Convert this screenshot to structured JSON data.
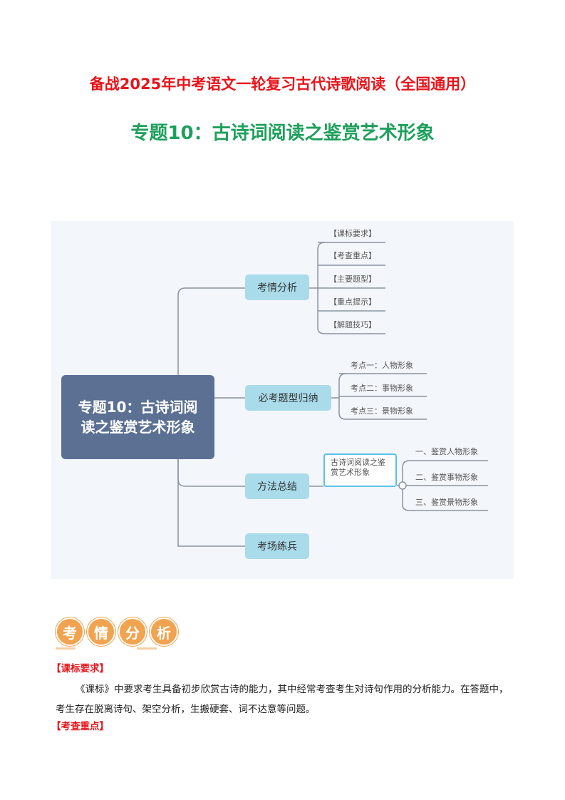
{
  "header": {
    "title": "备战2025年中考语文一轮复习古代诗歌阅读（全国通用）",
    "subtitle": "专题10：古诗词阅读之鉴赏艺术形象"
  },
  "mindmap": {
    "center": "专题10：古诗词阅读之鉴赏艺术形象",
    "branches": [
      {
        "label": "考情分析",
        "leaves": [
          "【课标要求】",
          "【考查重点】",
          "【主要题型】",
          "【重点提示】",
          "【解题技巧】"
        ]
      },
      {
        "label": "必考题型归纳",
        "leaves": [
          "考点一：人物形象",
          "考点二：事物形象",
          "考点三：景物形象"
        ]
      },
      {
        "label": "方法总结",
        "sub": "古诗词阅读之鉴赏艺术形象",
        "leaves": [
          "一、鉴赏人物形象",
          "二、鉴赏事物形象",
          "三、鉴赏景物形象"
        ]
      },
      {
        "label": "考场练兵"
      }
    ]
  },
  "section": {
    "badge": [
      "考",
      "情",
      "分",
      "析"
    ],
    "h1": "【课标要求】",
    "p1": "《课标》中要求考生具备初步欣赏古诗的能力，其中经常考查考生对诗句作用的分析能力。在答题中，",
    "p2": "考生存在脱离诗句、架空分析，生搬硬套、词不达意等问题。",
    "h2": "【考查重点】"
  }
}
